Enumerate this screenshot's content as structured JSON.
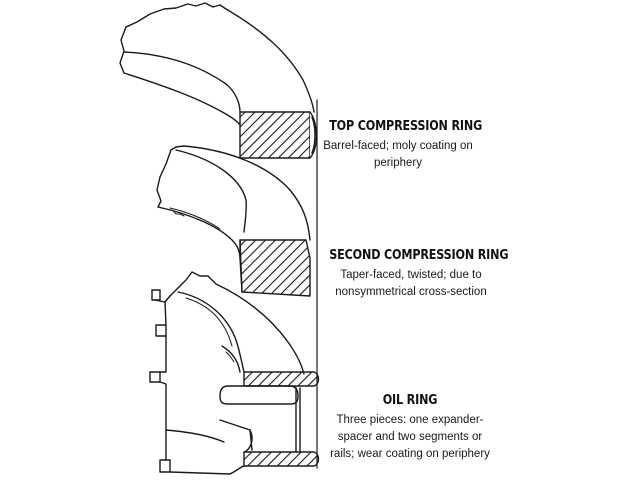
{
  "rings": [
    {
      "id": "top",
      "title": "TOP COMPRESSION RING",
      "description": [
        "Barrel-faced; moly coating on",
        "periphery"
      ]
    },
    {
      "id": "second",
      "title": "SECOND COMPRESSION RING",
      "description": [
        "Taper-faced, twisted; due to",
        "nonsymmetrical cross-section"
      ]
    },
    {
      "id": "oil",
      "title": "OIL RING",
      "description": [
        "Three pieces: one expander-",
        "spacer and two segments or",
        "rails; wear coating on periphery"
      ]
    }
  ]
}
